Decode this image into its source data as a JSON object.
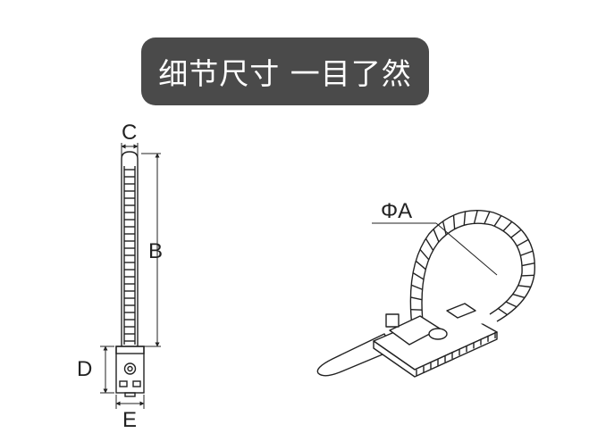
{
  "title": "细节尺寸 一目了然",
  "dimensions": {
    "c": "C",
    "b": "B",
    "d": "D",
    "e": "E",
    "phi_a": "ΦA"
  },
  "colors": {
    "pill": "#4a4a4a",
    "line": "#222222",
    "text": "#ffffff"
  }
}
